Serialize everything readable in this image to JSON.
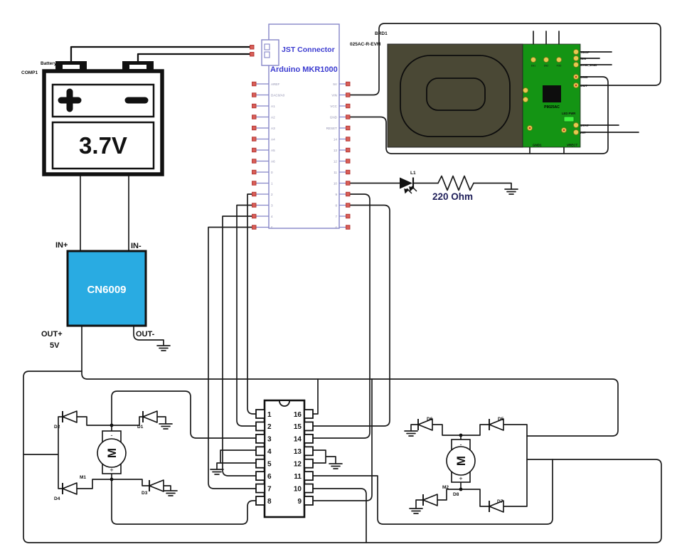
{
  "diagram": {
    "battery": {
      "ref": "COMP1",
      "name": "Battery",
      "voltage": "3.7V"
    },
    "jst": {
      "label": "JST Connector"
    },
    "arduino": {
      "title": "Arduino MKR1000",
      "left_pins": [
        "AREF",
        "DAC0/A0",
        "A1",
        "A2",
        "A3",
        "A4",
        "A5",
        "A6",
        "0",
        "1",
        "2",
        "3",
        "4",
        "5"
      ],
      "right_pins": [
        "5V",
        "VIN",
        "VCC",
        "GND",
        "RESET",
        "14",
        "13",
        "12",
        "11",
        "10",
        "9",
        "8",
        "7",
        "6"
      ]
    },
    "board": {
      "ref": "BRD1",
      "model": "025AC-R-EVM",
      "chip": "P9025AC",
      "led_label": "LED PWR",
      "right_pins": [
        "TBOP",
        "/EN",
        "CHG_END",
        "GND",
        "OUT",
        "STAT",
        "INT"
      ],
      "top_pins": [
        "EN1",
        "EN2",
        "FOD"
      ],
      "bottom_pins": [
        "GND1",
        "VRECT"
      ]
    },
    "led": {
      "ref": "L1"
    },
    "resistor": {
      "value": "220 Ohm"
    },
    "regulator": {
      "name": "CN6009",
      "in_plus": "IN+",
      "in_minus": "IN-",
      "out_plus": "OUT+",
      "out_minus": "OUT-",
      "out_voltage": "5V"
    },
    "ic": {
      "left_pins": [
        "1",
        "2",
        "3",
        "4",
        "5",
        "6",
        "7",
        "8"
      ],
      "right_pins": [
        "16",
        "15",
        "14",
        "13",
        "12",
        "11",
        "10",
        "9"
      ]
    },
    "motor1": {
      "ref": "M1",
      "symbol": "M",
      "plus": "+",
      "minus": "-"
    },
    "motor2": {
      "ref": "M2",
      "symbol": "M",
      "plus": "+",
      "minus": "-"
    },
    "diodes": {
      "d1": "D1",
      "d2": "D2",
      "d3": "D3",
      "d4": "D4",
      "d5": "D5",
      "d6": "D6",
      "d7": "D7",
      "d8": "D8"
    },
    "colors": {
      "regulator_blue": "#29abe2",
      "arduino_text_blue": "#3b3bd0",
      "pcb_green": "#149414",
      "coil_olive": "#4a4835",
      "led_power_green": "#3ef03e",
      "pin_red": "#d95f57",
      "resistor_text": "#20205a",
      "wire": "#1c1c1c"
    }
  }
}
